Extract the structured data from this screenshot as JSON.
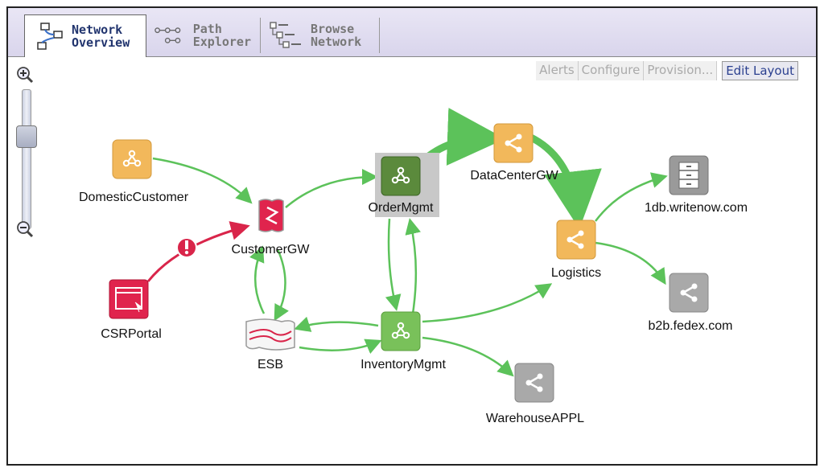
{
  "tabs": [
    {
      "line1": "Network",
      "line2": "Overview",
      "active": true
    },
    {
      "line1": "Path",
      "line2": "Explorer",
      "active": false
    },
    {
      "line1": "Browse",
      "line2": "Network",
      "active": false
    }
  ],
  "actions": {
    "alerts": "Alerts",
    "configure": "Configure",
    "provision": "Provision...",
    "edit_layout": "Edit Layout"
  },
  "nodes": {
    "domestic_customer": "DomesticCustomer",
    "customer_gw": "CustomerGW",
    "csr_portal": "CSRPortal",
    "esb": "ESB",
    "order_mgmt": "OrderMgmt",
    "inventory_mgmt": "InventoryMgmt",
    "datacenter_gw": "DataCenterGW",
    "logistics": "Logistics",
    "db_writenow": "1db.writenow.com",
    "b2b_fedex": "b2b.fedex.com",
    "warehouse_appl": "WarehouseAPPL"
  },
  "colors": {
    "edge_ok": "#5cc25a",
    "edge_alert": "#d9254a",
    "node_orange": "#f2b85b",
    "node_green_dark": "#5b8a3c",
    "node_green": "#79c15a",
    "node_gray": "#a9a9a9",
    "node_red": "#e0244d"
  }
}
